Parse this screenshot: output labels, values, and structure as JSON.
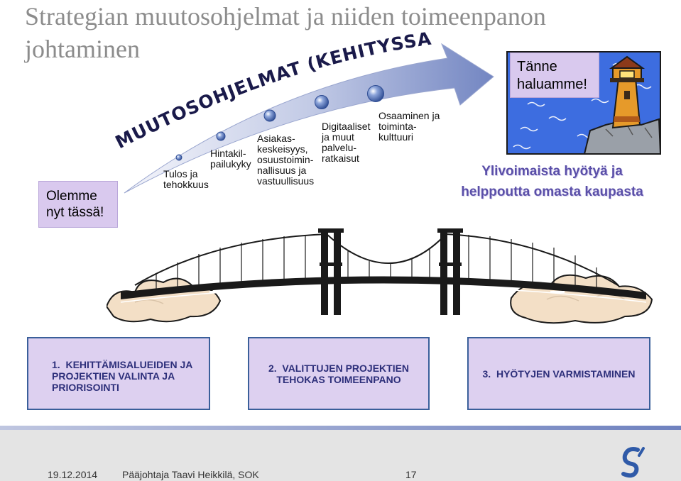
{
  "title": "Strategian muutosohjelmat ja niiden toimeenpanon johtaminen",
  "arrow_label": "MUUTOSOHJELMAT (KEHITYSSALKKU)",
  "current_state": "Olemme\nnyt tässä!",
  "milestones": [
    "Tulos ja\ntehokkuus",
    "Hintakil-\npailukyky",
    "Asiakas-\nkeskeisyys,\nosuustoimin-\nnallisuus ja\nvastuullisuus",
    "Digitaaliset\nja muut\npalvelu-\nratkaisut",
    "Osaaminen ja\ntoiminta-\nkulttuuri"
  ],
  "goal": "Tänne\nhaluamme!",
  "benefit": "Ylivoimaista hyötyä ja\nhelppoutta omasta kaupasta",
  "steps": [
    "1.  KEHITTÄMISALUEIDEN JA\nPROJEKTIEN VALINTA JA\nPRIORISOINTI",
    "2.  VALITTUJEN PROJEKTIEN\nTEHOKAS TOIMEENPANO",
    "3.  HYÖTYJEN VARMISTAMINEN"
  ],
  "footer": {
    "date": "19.12.2014",
    "author": "Pääjohtaja Taavi Heikkilä, SOK",
    "page": "17"
  },
  "colors": {
    "title": "#8c8c8c",
    "box_fill": "#d9c9ee",
    "step_fill": "#ddd0f0",
    "step_border": "#3a5f9a",
    "step_text": "#2d2f7a",
    "benefit_text": "#5a4fa8",
    "arrow": "#7d8fc8",
    "milestone_dot": "#3d5a9e"
  }
}
